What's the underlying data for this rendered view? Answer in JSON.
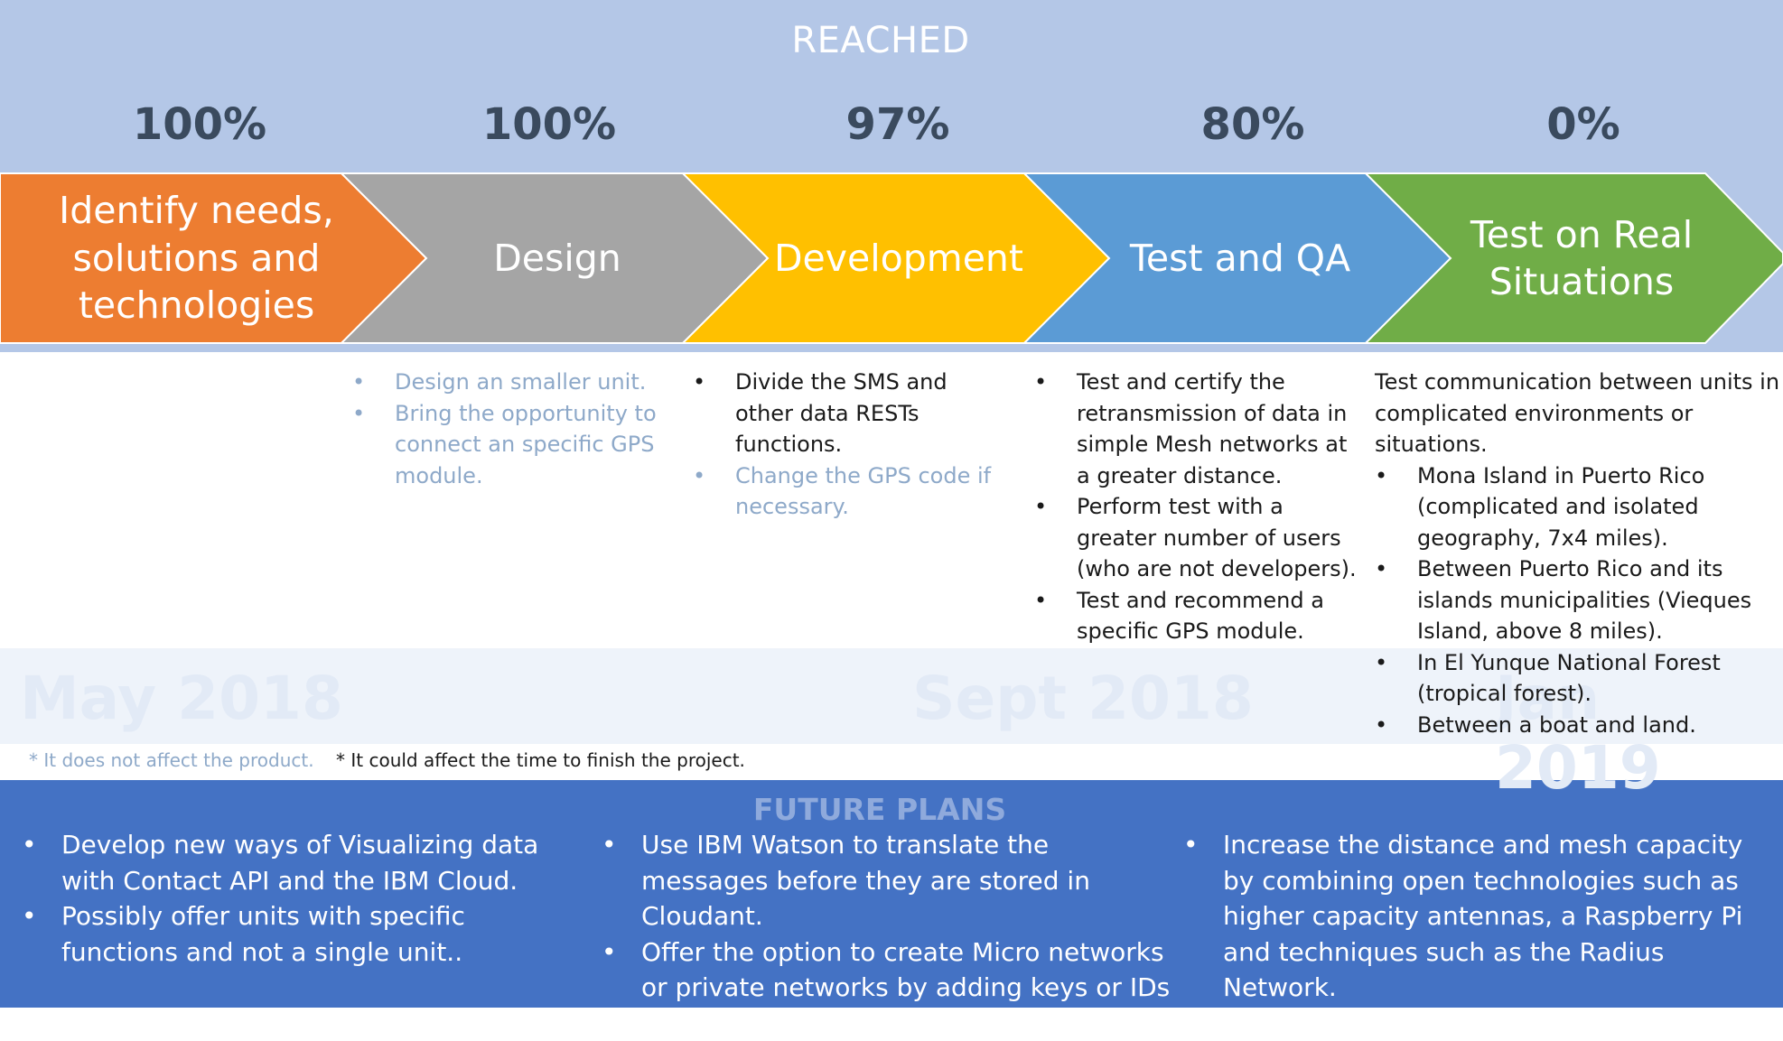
{
  "header": {
    "reached_label": "REACHED"
  },
  "stages": [
    {
      "percent": "100%",
      "label": "Identify needs, solutions and technologies",
      "color": "#ed7d31"
    },
    {
      "percent": "100%",
      "label": "Design",
      "color": "#a5a5a5"
    },
    {
      "percent": "97%",
      "label": "Development",
      "color": "#ffc000"
    },
    {
      "percent": "80%",
      "label": "Test and QA",
      "color": "#5b9bd5"
    },
    {
      "percent": "0%",
      "label": "Test on Real Situations",
      "color": "#70ad47"
    }
  ],
  "timeline": [
    "May 2018",
    "Sept 2018",
    "Jan 2019"
  ],
  "details": {
    "design": [
      "Design an smaller unit.",
      "Bring the opportunity to connect an specific GPS module."
    ],
    "development": [
      "Divide the SMS and other data RESTs functions.",
      "Change the GPS code if necessary."
    ],
    "test_qa": [
      "Test and certify the retransmission of data in simple Mesh networks at a greater distance.",
      "Perform test with a greater number of users (who are not developers).",
      "Test and recommend a specific GPS module."
    ],
    "real": {
      "intro": "Test communication between units in complicated environments or situations.",
      "items": [
        "Mona Island in Puerto Rico (complicated and isolated geography, 7x4 miles).",
        "Between Puerto Rico and its islands municipalities (Vieques Island, above 8 miles).",
        "In El Yunque National Forest (tropical forest).",
        "Between a boat and land."
      ]
    }
  },
  "notes": {
    "no_effect": "* It does not affect the product.",
    "may_effect": "* It could affect the time to finish the project."
  },
  "future": {
    "title": "FUTURE PLANS",
    "col1": [
      "Develop new ways of Visualizing data with Contact API and the IBM Cloud.",
      "Possibly offer units with specific functions and not a single unit.."
    ],
    "col2": [
      "Use IBM Watson to translate the messages before they are stored in Cloudant.",
      "Offer the option to create Micro networks or private networks by adding keys or IDs in the Units."
    ],
    "col3": [
      "Increase the distance and mesh capacity by combining open technologies such as higher capacity antennas, a Raspberry Pi and techniques such as the Radius Network."
    ]
  }
}
